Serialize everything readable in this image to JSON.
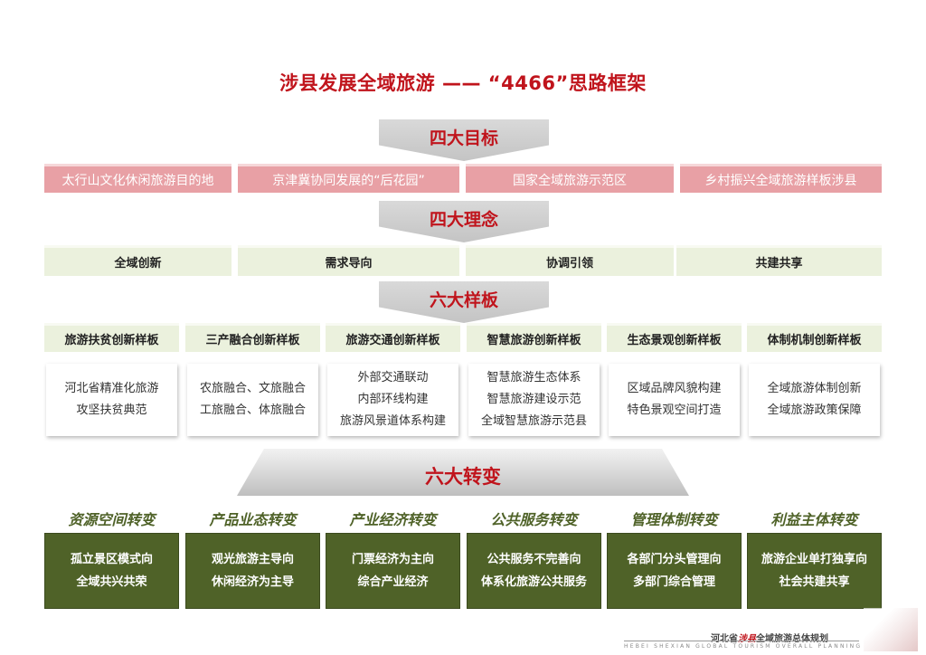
{
  "title": "涉县发展全域旅游 —— “4466”思路框架",
  "sections": {
    "goals_label": "四大目标",
    "ideas_label": "四大理念",
    "templates_label": "六大样板",
    "shifts_label": "六大转变"
  },
  "goals": [
    "太行山文化休闲旅游目的地",
    "京津冀协同发展的“后花园”",
    "国家全域旅游示范区",
    "乡村振兴全域旅游样板涉县"
  ],
  "ideas": [
    "全域创新",
    "需求导向",
    "协调引领",
    "共建共享"
  ],
  "templates": [
    {
      "title": "旅游扶贫创新样板",
      "lines": [
        "河北省精准化旅游",
        "攻坚扶贫典范"
      ]
    },
    {
      "title": "三产融合创新样板",
      "lines": [
        "农旅融合、文旅融合",
        "工旅融合、体旅融合"
      ]
    },
    {
      "title": "旅游交通创新样板",
      "lines": [
        "外部交通联动",
        "内部环线构建",
        "旅游风景道体系构建"
      ]
    },
    {
      "title": "智慧旅游创新样板",
      "lines": [
        "智慧旅游生态体系",
        "智慧旅游建设示范",
        "全域智慧旅游示范县"
      ]
    },
    {
      "title": "生态景观创新样板",
      "lines": [
        "区域品牌风貌构建",
        "特色景观空间打造"
      ]
    },
    {
      "title": "体制机制创新样板",
      "lines": [
        "全域旅游体制创新",
        "全域旅游政策保障"
      ]
    }
  ],
  "shifts": [
    {
      "title": "资源空间转变",
      "lines": [
        "孤立景区模式向",
        "全域共兴共荣"
      ]
    },
    {
      "title": "产品业态转变",
      "lines": [
        "观光旅游主导向",
        "休闲经济为主导"
      ]
    },
    {
      "title": "产业经济转变",
      "lines": [
        "门票经济为主向",
        "综合产业经济"
      ]
    },
    {
      "title": "公共服务转变",
      "lines": [
        "公共服务不完善向",
        "体系化旅游公共服务"
      ]
    },
    {
      "title": "管理体制转变",
      "lines": [
        "各部门分头管理向",
        "多部门综合管理"
      ]
    },
    {
      "title": "利益主体转变",
      "lines": [
        "旅游企业单打独享向",
        "社会共建共享"
      ]
    }
  ],
  "footer": {
    "cn_prefix": "河北省",
    "cn_mark": "涉县",
    "cn_suffix": "全域旅游总体规划",
    "en": "HEBEI SHEXIAN GLOBAL TOURISM OVERALL PLANNING"
  },
  "colors": {
    "title_red": "#c0141c",
    "goal_pink": "#e8a0a5",
    "idea_green": "#ebf1dd",
    "shift_olive": "#4f6228",
    "arrow_gray": "#d0d0d0"
  }
}
